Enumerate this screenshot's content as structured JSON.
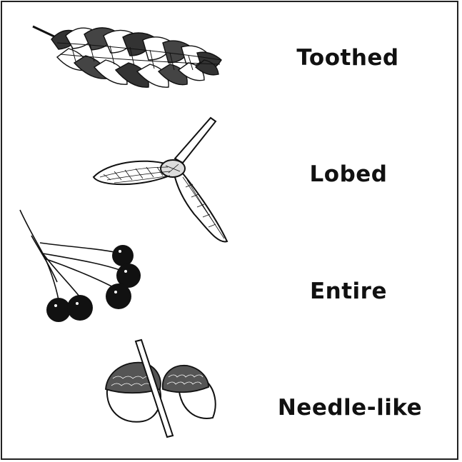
{
  "labels": {
    "toothed": "Toothed",
    "lobed": "Lobed",
    "entire": "Entire",
    "needle_like": "Needle-like"
  },
  "illustrations": [
    {
      "name": "pinecone-illustration"
    },
    {
      "name": "maple-samara-illustration"
    },
    {
      "name": "berries-illustration"
    },
    {
      "name": "acorns-illustration"
    }
  ],
  "colors": {
    "ink": "#111111",
    "border": "#222222"
  }
}
